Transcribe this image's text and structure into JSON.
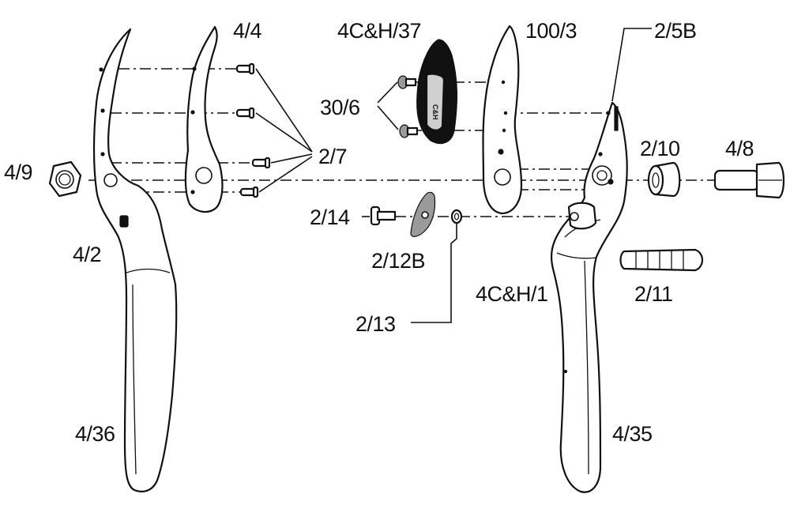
{
  "diagram": {
    "part_labels": [
      {
        "key": "p4_4",
        "text": "4/4"
      },
      {
        "key": "p4C37",
        "text": "4C&H/37"
      },
      {
        "key": "p100_3",
        "text": "100/3"
      },
      {
        "key": "p2_5B",
        "text": "2/5B"
      },
      {
        "key": "p30_6",
        "text": "30/6"
      },
      {
        "key": "p2_7",
        "text": "2/7"
      },
      {
        "key": "p4_9",
        "text": "4/9"
      },
      {
        "key": "p2_10",
        "text": "2/10"
      },
      {
        "key": "p4_8",
        "text": "4/8"
      },
      {
        "key": "p2_14",
        "text": "2/14"
      },
      {
        "key": "p4_2",
        "text": "4/2"
      },
      {
        "key": "p2_12B",
        "text": "2/12B"
      },
      {
        "key": "p4C1",
        "text": "4C&H/1"
      },
      {
        "key": "p2_11",
        "text": "2/11"
      },
      {
        "key": "p2_13",
        "text": "2/13"
      },
      {
        "key": "p4_36",
        "text": "4/36"
      },
      {
        "key": "p4_35",
        "text": "4/35"
      }
    ],
    "blade_logo_text": "C&H",
    "line_color": "#111111",
    "background_color": "#ffffff"
  }
}
